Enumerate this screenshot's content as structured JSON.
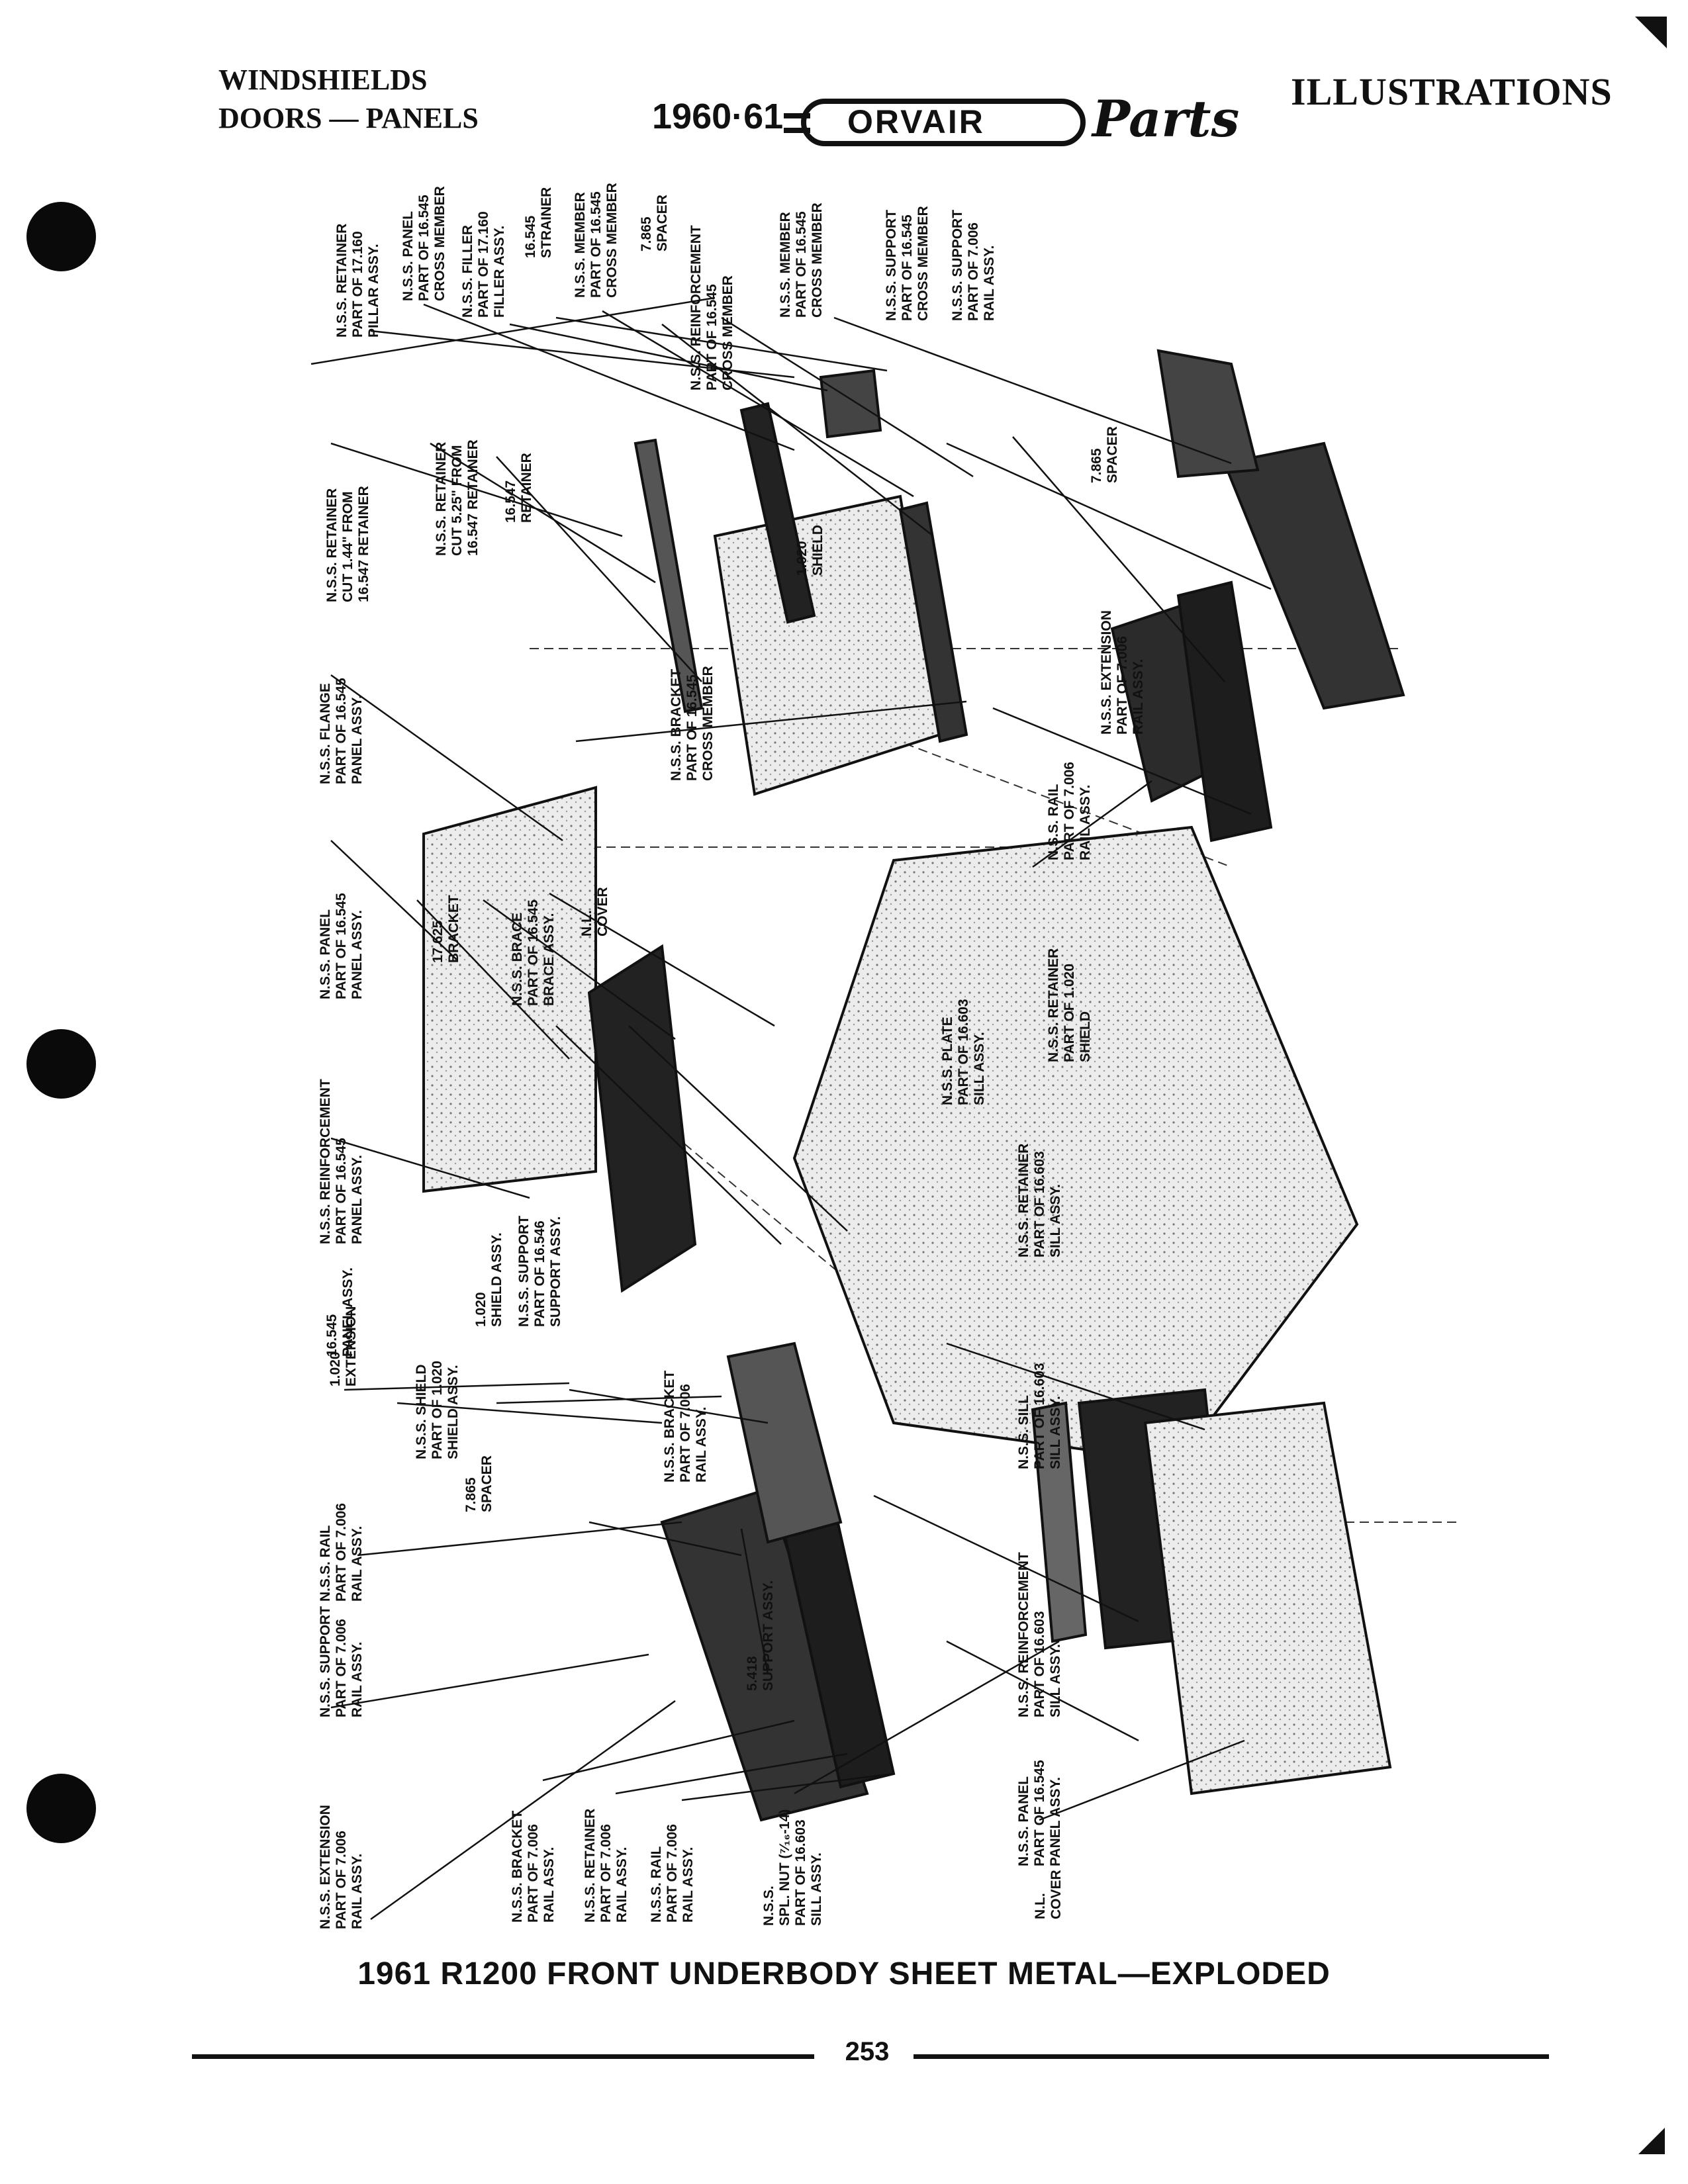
{
  "header": {
    "left_line1": "WINDSHIELDS",
    "left_line2": "DOORS — PANELS",
    "year": "1960·61",
    "brand_word": "ORVAIR",
    "brand_script": "Parts",
    "right": "ILLUSTRATIONS"
  },
  "callouts": [
    {
      "text": "N.S.S. RETAINER\nPART OF 17.160\nPILLAR ASSY."
    },
    {
      "text": "N.S.S. PANEL\nPART OF 16.545\nCROSS MEMBER"
    },
    {
      "text": "N.S.S. FILLER\nPART OF 17.160\nFILLER ASSY."
    },
    {
      "text": "16.545\nSTRAINER"
    },
    {
      "text": "N.S.S. MEMBER\nPART OF 16.545\nCROSS MEMBER"
    },
    {
      "text": "7.865\nSPACER"
    },
    {
      "text": "N.S.S. REINFORCEMENT\nPART OF 16.545\nCROSS MEMBER"
    },
    {
      "text": "N.S.S. MEMBER\nPART OF 16.545\nCROSS MEMBER"
    },
    {
      "text": "N.S.S. SUPPORT\nPART OF 16.545\nCROSS MEMBER"
    },
    {
      "text": "N.S.S. SUPPORT\nPART OF 7.006\nRAIL ASSY."
    },
    {
      "text": "N.S.S. RETAINER\nCUT 1.44\" FROM\n16.547 RETAINER"
    },
    {
      "text": "N.S.S. RETAINER\nCUT 5.25\" FROM\n16.547 RETAINER"
    },
    {
      "text": "16.547\nRETAINER"
    },
    {
      "text": "7.865\nSPACER"
    },
    {
      "text": "1.020\nSHIELD"
    },
    {
      "text": "N.S.S. EXTENSION\nPART OF 7.006\nRAIL ASSY."
    },
    {
      "text": "N.S.S. FLANGE\nPART OF 16.545\nPANEL ASSY."
    },
    {
      "text": "N.S.S. BRACKET\nPART OF 16.545\nCROSS MEMBER"
    },
    {
      "text": "N.S.S. RAIL\nPART OF 7.006\nRAIL ASSY."
    },
    {
      "text": "N.S.S. PANEL\nPART OF 16.545\nPANEL ASSY."
    },
    {
      "text": "17.625\nBRACKET"
    },
    {
      "text": "N.S.S. BRACE\nPART OF 16.545\nBRACE ASSY."
    },
    {
      "text": "N.L.\nCOVER"
    },
    {
      "text": "N.S.S. RETAINER\nPART OF 1.020\nSHIELD"
    },
    {
      "text": "N.S.S. REINFORCEMENT\nPART OF 16.545\nPANEL ASSY."
    },
    {
      "text": "N.S.S. PLATE\nPART OF 16.603\nSILL ASSY."
    },
    {
      "text": "N.S.S. RETAINER\nPART OF 16.603\nSILL ASSY."
    },
    {
      "text": "16.545\nPANEL ASSY."
    },
    {
      "text": "1.020\nSHIELD ASSY."
    },
    {
      "text": "N.S.S. SUPPORT\nPART OF 16.546\nSUPPORT ASSY."
    },
    {
      "text": "1.020\nEXTENSION"
    },
    {
      "text": "N.S.S. SHIELD\nPART OF 1.020\nSHIELD ASSY."
    },
    {
      "text": "N.S.S. BRACKET\nPART OF 7.006\nRAIL ASSY."
    },
    {
      "text": "N.S.S. SILL\nPART OF 16.603\nSILL ASSY."
    },
    {
      "text": "7.865\nSPACER"
    },
    {
      "text": "N.S.S. RAIL\nPART OF 7.006\nRAIL ASSY."
    },
    {
      "text": "N.S.S. REINFORCEMENT\nPART OF 16.603\nSILL ASSY."
    },
    {
      "text": "5.418\nSUPPORT ASSY."
    },
    {
      "text": "N.S.S. SUPPORT\nPART OF 7.006\nRAIL ASSY."
    },
    {
      "text": "N.S.S. PANEL\nPART OF 16.545\nPANEL ASSY."
    },
    {
      "text": "N.S.S. EXTENSION\nPART OF 7.006\nRAIL ASSY."
    },
    {
      "text": "N.S.S. BRACKET\nPART OF 7.006\nRAIL ASSY."
    },
    {
      "text": "N.S.S. RETAINER\nPART OF 7.006\nRAIL ASSY."
    },
    {
      "text": "N.S.S. RAIL\nPART OF 7.006\nRAIL ASSY."
    },
    {
      "text": "N.S.S.\nSPL. NUT (⁷⁄₁₆-14)\nPART OF 16.603\nSILL ASSY."
    },
    {
      "text": "N.L.\nCOVER"
    }
  ],
  "caption": "1961 R1200 FRONT UNDERBODY SHEET METAL—EXPLODED",
  "page_number": "253"
}
